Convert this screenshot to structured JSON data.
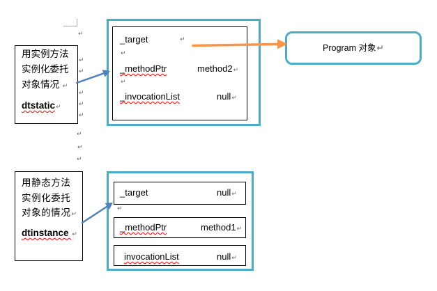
{
  "instance_case": {
    "line1": "用实例方法",
    "line2": "实例化委托",
    "line3": "对象情况 ↵",
    "name": "dtstatic↵"
  },
  "instance_delegate": {
    "target_label": "_target",
    "target_mark": "↵",
    "blank_mark_1": "↵",
    "method_label": "_methodPtr",
    "method_value": "method2↵",
    "blank_mark_2": "↵",
    "invocation_label": "_invocationList",
    "invocation_value": "null↵"
  },
  "program_object": {
    "label": "Program 对象↵"
  },
  "static_case": {
    "line1": "用静态方法",
    "line2": "实例化委托",
    "line3": "对象的情况↵",
    "name": "dtinstance ↵"
  },
  "static_delegate": {
    "target_label": "_target",
    "target_value": "null↵",
    "gap_mark": "↵",
    "method_label": "_methodPtr",
    "method_value": "method1↵",
    "invocation_label": "invocationList",
    "invocation_value": "null↵"
  },
  "margin_marks": [
    "↵",
    "↵",
    "↵",
    "↵",
    "↵",
    "↵",
    "↵",
    "↵",
    "↵"
  ],
  "colors": {
    "frame": "#4bacc6",
    "arrow_to_object": "#f79646",
    "arrow_to_delegate": "#4f81bd",
    "spelling_underline": "#ff0000",
    "box_border": "#000000"
  }
}
